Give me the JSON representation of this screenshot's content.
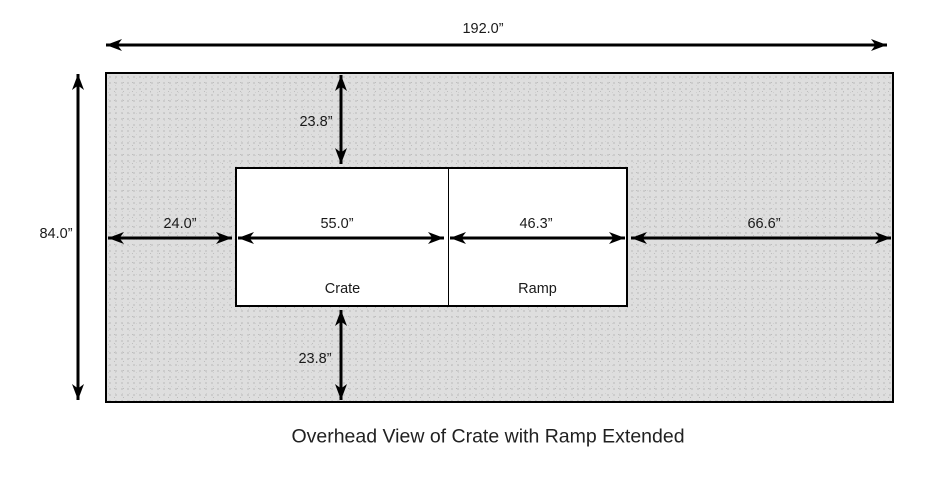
{
  "title": "Overhead View of Crate with Ramp Extended",
  "regions": {
    "crate": "Crate",
    "ramp": "Ramp"
  },
  "dimensions": {
    "overall_width": "192.0”",
    "overall_depth": "84.0”",
    "left_gap": "24.0”",
    "crate_width": "55.0”",
    "ramp_width": "46.3”",
    "right_gap": "66.6”",
    "top_gap": "23.8”",
    "bottom_gap": "23.8”"
  },
  "colors": {
    "floor_fill": "#dedede",
    "floor_dot": "#bdbdbd",
    "outline": "#000000",
    "text": "#1a1a1a"
  }
}
